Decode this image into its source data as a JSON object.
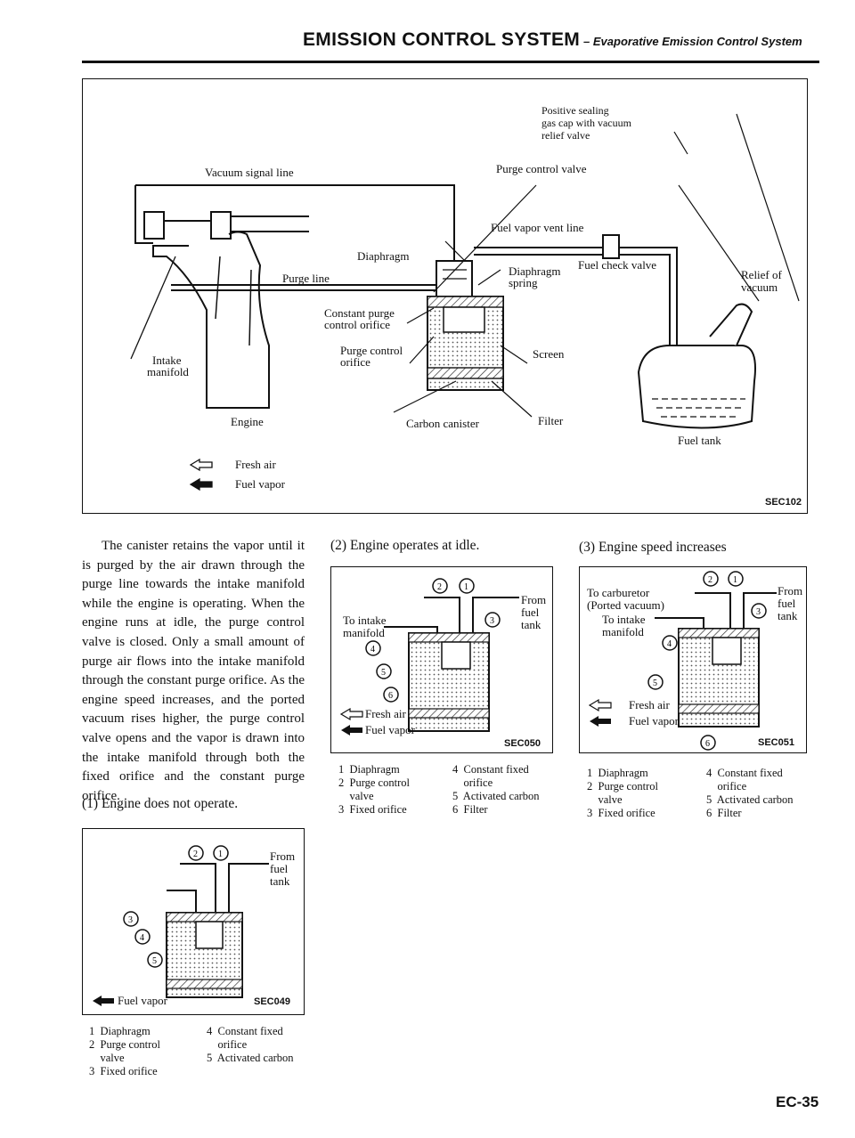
{
  "header": {
    "title": "EMISSION CONTROL SYSTEM",
    "subtitle": "– Evaporative Emission Control System"
  },
  "main_figure": {
    "code": "SEC102",
    "labels": {
      "positive_sealing": "Positive sealing",
      "positive_sealing_2": "gas cap with vacuum",
      "positive_sealing_3": "relief valve",
      "vacuum_signal_line": "Vacuum signal line",
      "purge_control_valve": "Purge control valve",
      "fuel_vapor_vent_line": "Fuel vapor vent line",
      "fuel_check_valve": "Fuel check valve",
      "diaphragm": "Diaphragm",
      "purge_line": "Purge line",
      "diaphragm_spring": "Diaphragm",
      "diaphragm_spring_2": "spring",
      "relief_of_vacuum": "Relief of",
      "relief_of_vacuum_2": "vacuum",
      "constant_purge": "Constant purge",
      "constant_purge_2": "control orifice",
      "purge_control_orifice": "Purge control",
      "purge_control_orifice_2": "orifice",
      "intake_manifold": "Intake",
      "intake_manifold_2": "manifold",
      "screen": "Screen",
      "engine": "Engine",
      "carbon_canister": "Carbon canister",
      "filter": "Filter",
      "fuel_tank": "Fuel tank"
    },
    "legend": {
      "fresh_air": "Fresh air",
      "fuel_vapor": "Fuel vapor"
    }
  },
  "body_text": "The canister retains the vapor until it is purged by the air drawn through the purge line towards the intake manifold while the engine is operating. When the engine runs at idle, the purge control valve is closed. Only a small amount of purge air flows into the intake manifold through the constant purge orifice. As the engine speed increases, and the ported vacuum rises higher, the purge control valve opens and the vapor is drawn into the intake manifold through both the fixed orifice and the constant purge orifice.",
  "steps": {
    "step1": "(1)  Engine does not operate.",
    "step2": "(2)  Engine operates at idle.",
    "step3": "(3)  Engine speed increases"
  },
  "fig1": {
    "code": "SEC049",
    "from_fuel_tank": [
      "From",
      "fuel",
      "tank"
    ],
    "fuel_vapor": "Fuel vapor",
    "legend_left": "1  Diaphragm\n2  Purge control\n    valve\n3  Fixed orifice",
    "legend_right": "4  Constant fixed\n    orifice\n5  Activated carbon"
  },
  "fig2": {
    "code": "SEC050",
    "from_fuel_tank": [
      "From",
      "fuel",
      "tank"
    ],
    "to_intake": [
      "To intake",
      "manifold"
    ],
    "fresh_air": "Fresh air",
    "fuel_vapor": "Fuel vapor",
    "legend_left": "1  Diaphragm\n2  Purge control\n    valve\n3  Fixed orifice",
    "legend_right": "4  Constant fixed\n    orifice\n5  Activated carbon\n6  Filter"
  },
  "fig3": {
    "code": "SEC051",
    "from_fuel_tank": [
      "From",
      "fuel",
      "tank"
    ],
    "to_carburetor": [
      "To carburetor",
      "(Ported vacuum)"
    ],
    "to_intake": [
      "To intake",
      "manifold"
    ],
    "fresh_air": "Fresh air",
    "fuel_vapor": "Fuel vapor",
    "legend_left": "1  Diaphragm\n2  Purge control\n    valve\n3  Fixed orifice",
    "legend_right": "4  Constant fixed\n    orifice\n5  Activated carbon\n6  Filter"
  },
  "page_number": "EC-35",
  "colors": {
    "ink": "#111111",
    "hatch": "#9a9a9a",
    "paper": "#ffffff"
  }
}
